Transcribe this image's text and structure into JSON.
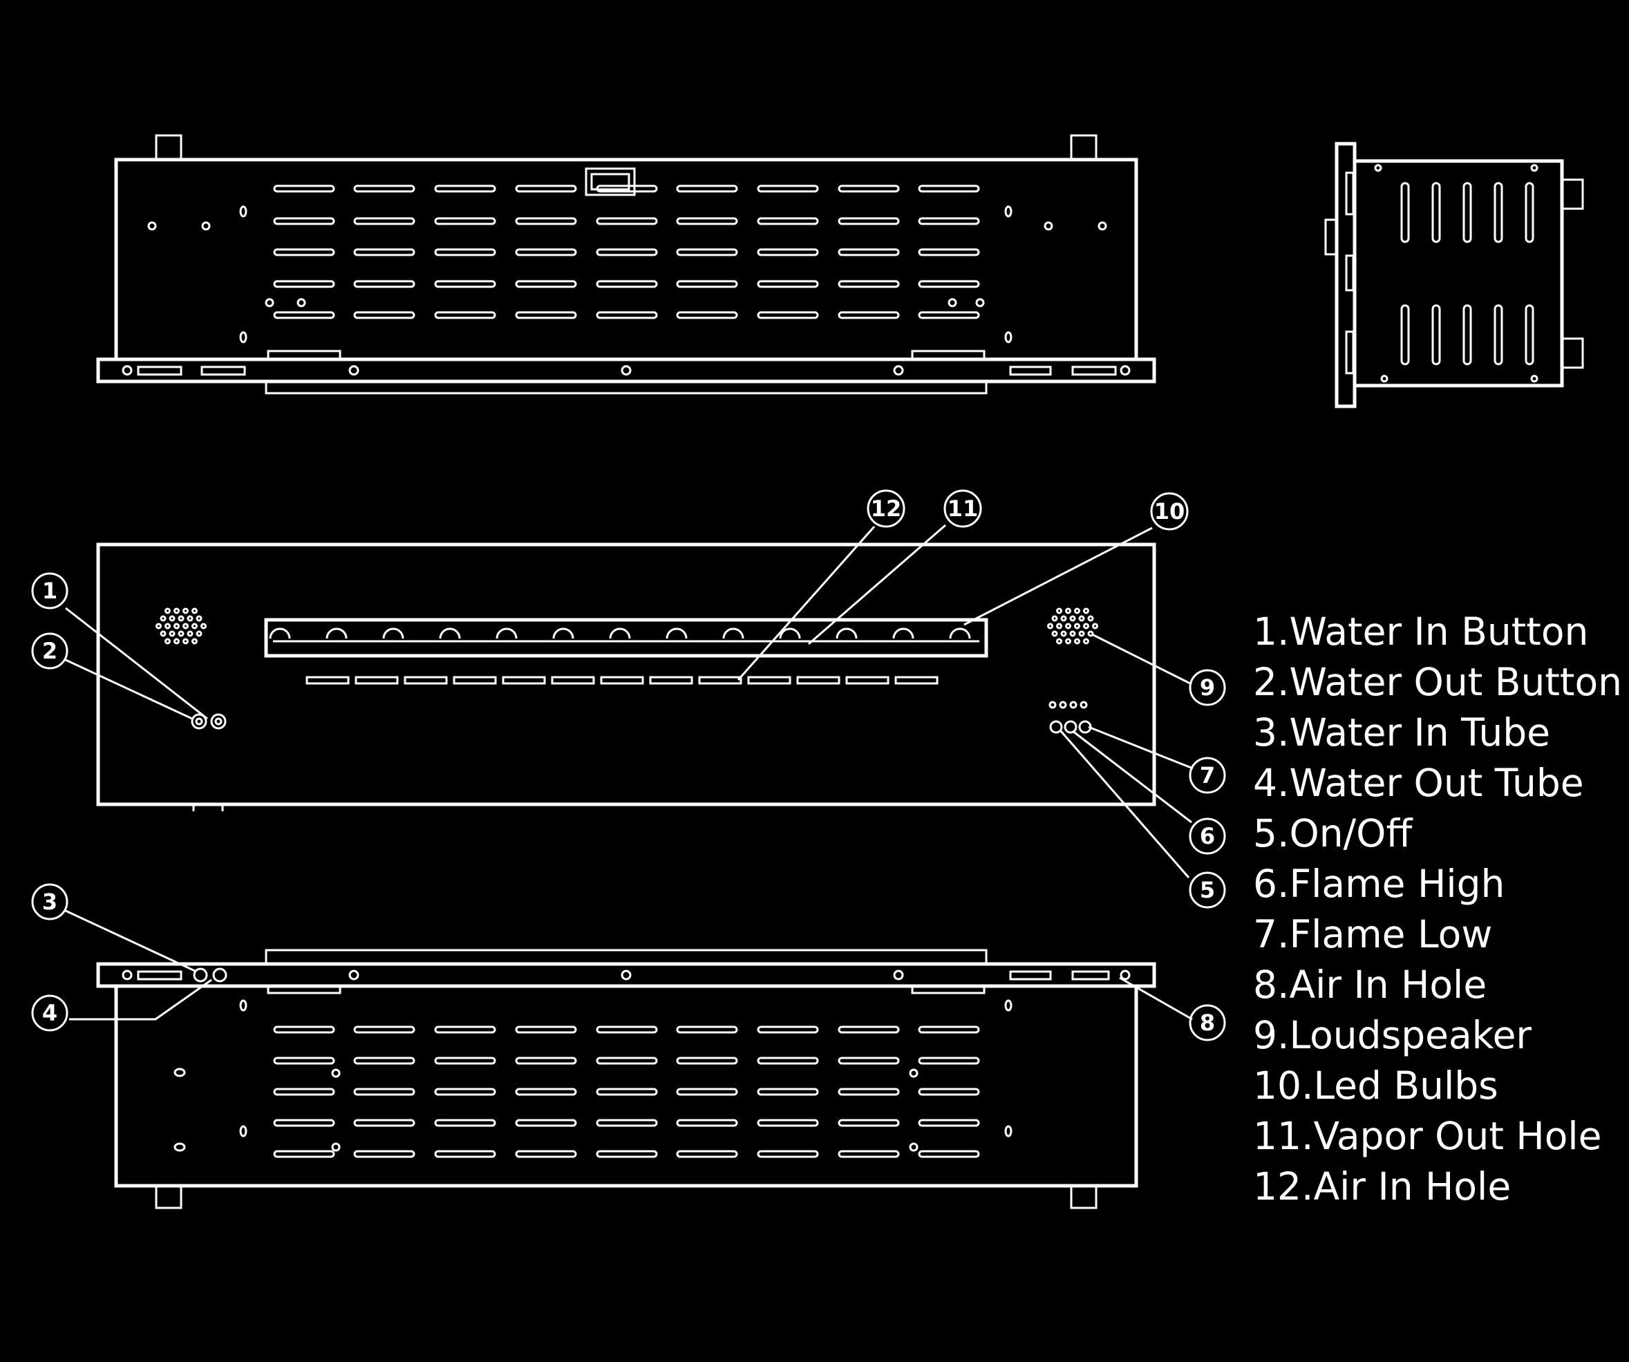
{
  "callouts": [
    "1",
    "2",
    "3",
    "4",
    "5",
    "6",
    "7",
    "8",
    "9",
    "10",
    "11",
    "12"
  ],
  "legend": [
    "1.Water In Button",
    "2.Water Out Button",
    "3.Water In Tube",
    "4.Water Out Tube",
    "5.On/Off",
    "6.Flame High",
    "7.Flame Low",
    "8.Air In Hole",
    "9.Loudspeaker",
    "10.Led Bulbs",
    "11.Vapor Out Hole",
    "12.Air In Hole"
  ],
  "colors": {
    "background": "#000000",
    "line": "#ffffff"
  }
}
